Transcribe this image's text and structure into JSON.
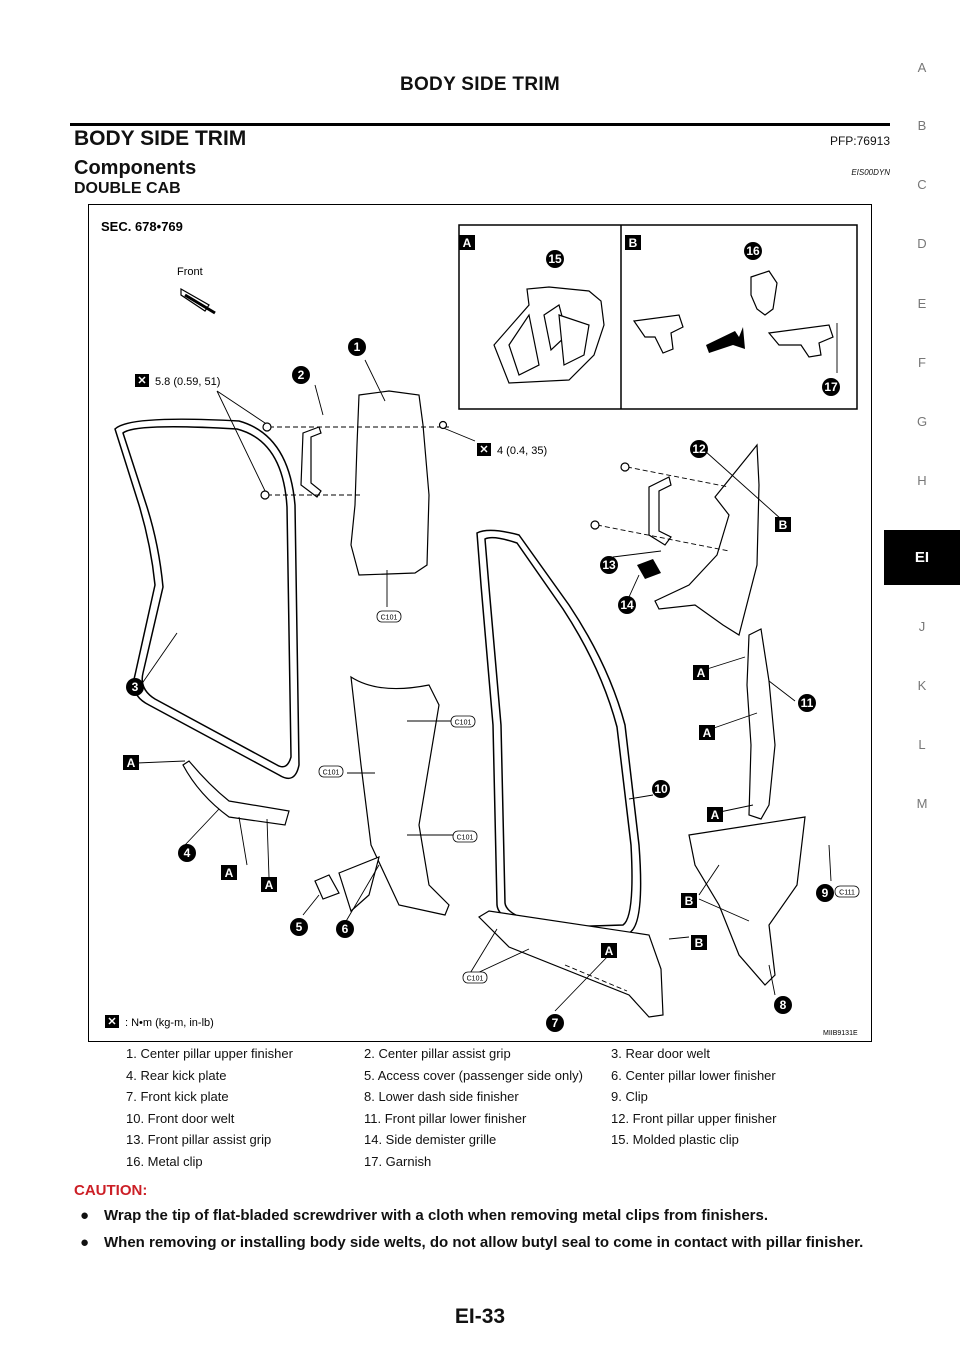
{
  "header": {
    "title": "BODY SIDE TRIM"
  },
  "section": {
    "title": "BODY SIDE TRIM",
    "code": "PFP:76913"
  },
  "components": {
    "title": "Components",
    "code": "EIS00DYN"
  },
  "subsection": {
    "title": "DOUBLE CAB"
  },
  "side_index": [
    "A",
    "B",
    "C",
    "D",
    "E",
    "F",
    "G",
    "H",
    "EI",
    "J",
    "K",
    "L",
    "M"
  ],
  "side_index_active": "EI",
  "figure": {
    "sec_label": "SEC. 678•769",
    "front_label": "Front",
    "torque_1": "5.8 (0.59, 51)",
    "torque_2": "4 (0.4, 35)",
    "units_label": ": N•m (kg-m, in-lb)",
    "image_code": "MIIB9131E",
    "detail_letters": [
      "A",
      "B"
    ],
    "clip_codes": [
      "C101",
      "C111"
    ],
    "part_numbers": [
      "1",
      "2",
      "3",
      "4",
      "5",
      "6",
      "7",
      "8",
      "9",
      "10",
      "11",
      "12",
      "13",
      "14",
      "15",
      "16",
      "17"
    ]
  },
  "legend": [
    [
      "1.  Center pillar upper finisher",
      "2.  Center pillar assist grip",
      "3.  Rear door welt"
    ],
    [
      "4.  Rear kick plate",
      "5.  Access cover (passenger side only)",
      "6.  Center pillar lower finisher"
    ],
    [
      "7.  Front kick plate",
      "8.  Lower dash side finisher",
      "9.  Clip"
    ],
    [
      "10.  Front door welt",
      "11.  Front pillar lower finisher",
      "12.  Front pillar upper finisher"
    ],
    [
      "13.  Front pillar assist grip",
      "14.  Side demister grille",
      "15.  Molded plastic clip"
    ],
    [
      "16.  Metal clip",
      "17.  Garnish",
      ""
    ]
  ],
  "caution": {
    "title": "CAUTION:",
    "items": [
      "Wrap the tip of flat-bladed screwdriver with a cloth when removing metal clips from finishers.",
      "When removing or installing body side welts, do not allow butyl seal to come in contact with pillar finisher."
    ],
    "bullet": "●"
  },
  "page_number": "EI-33"
}
